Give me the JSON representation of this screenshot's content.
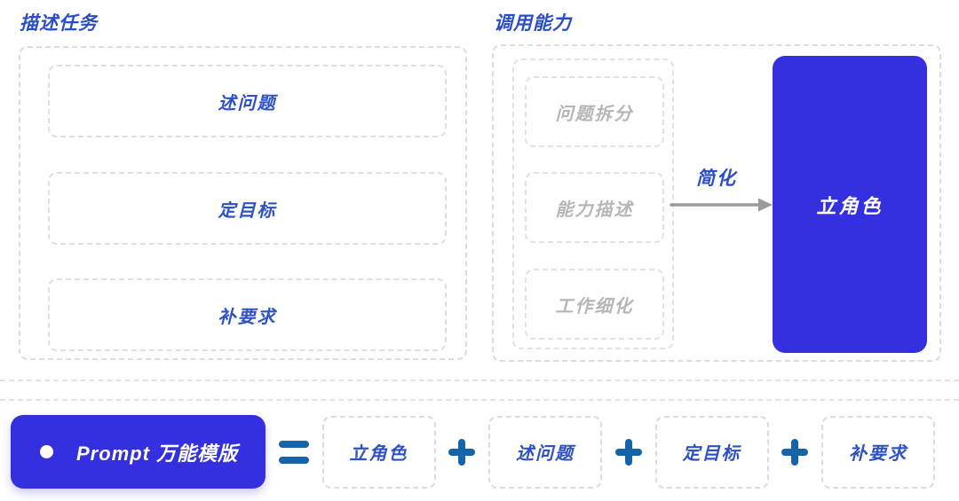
{
  "colors": {
    "accent_blue": "#3530df",
    "text_blue": "#2d52c6",
    "title_blue": "#2b4ec6",
    "operator_blue": "#1563a8",
    "muted_gray_text": "#b6b6b6",
    "dashed_border_gray": "#dcdcdc",
    "arrow_gray": "#9b9b9b"
  },
  "left_panel": {
    "title": "描述任务",
    "items": [
      "述问题",
      "定目标",
      "补要求"
    ]
  },
  "right_panel": {
    "title": "调用能力",
    "capabilities": [
      "问题拆分",
      "能力描述",
      "工作细化"
    ],
    "arrow_label": "简化",
    "result": "立角色"
  },
  "formula": {
    "template_label": "Prompt 万能模版",
    "equals_symbol": "=",
    "plus_symbol": "+",
    "terms": [
      "立角色",
      "述问题",
      "定目标",
      "补要求"
    ]
  }
}
